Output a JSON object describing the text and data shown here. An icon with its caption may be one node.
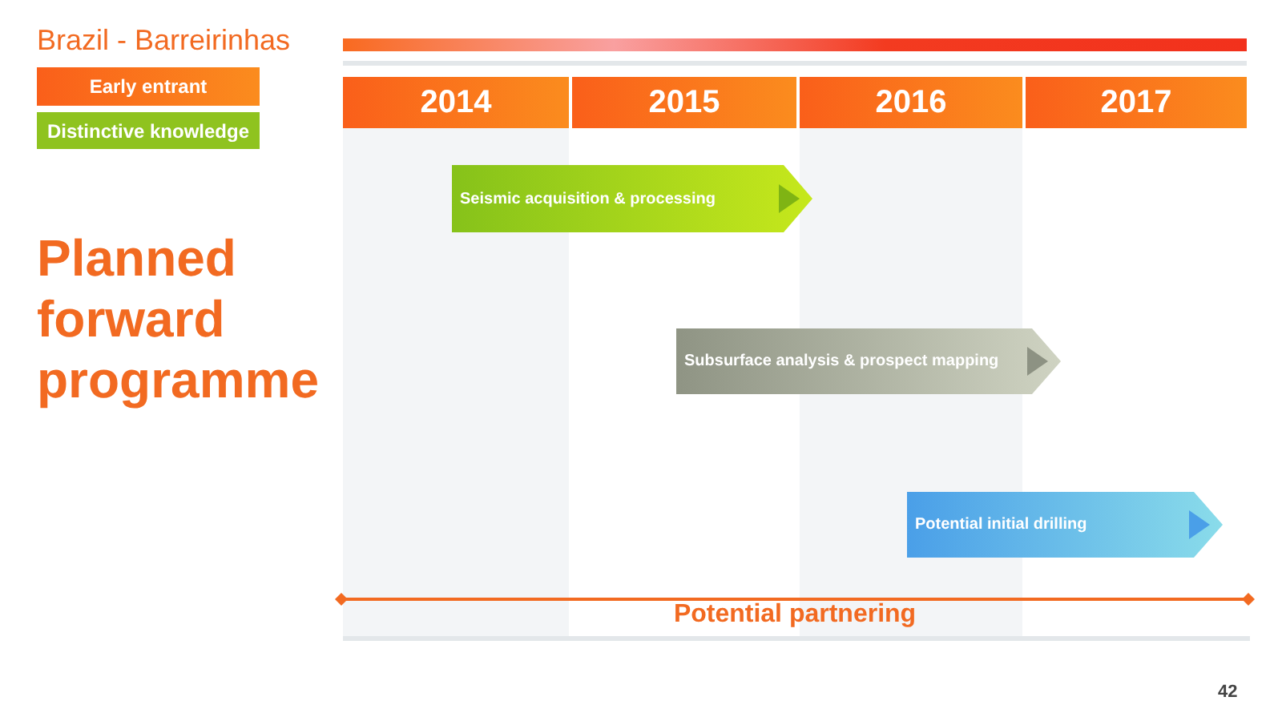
{
  "diagram": {
    "title": "Planned forward programme",
    "nodes": [
      {
        "text": [
          "Early entrant"
        ]
      },
      {
        "text": [
          "Distinctive knowledge"
        ]
      },
      {
        "text": [
          "2014"
        ]
      },
      {
        "text": [
          "2015"
        ]
      },
      {
        "text": [
          "2016"
        ]
      },
      {
        "text": [
          "2017"
        ]
      },
      {
        "text": [
          "Seismic acquisition & processing"
        ]
      },
      {
        "text": [
          "Subsurface analysis & prospect mapping"
        ]
      },
      {
        "text": [
          "Potential initial drilling"
        ]
      }
    ],
    "labels": [
      "Brazil - Barreirinhas",
      "Potential partnering",
      "42"
    ]
  }
}
